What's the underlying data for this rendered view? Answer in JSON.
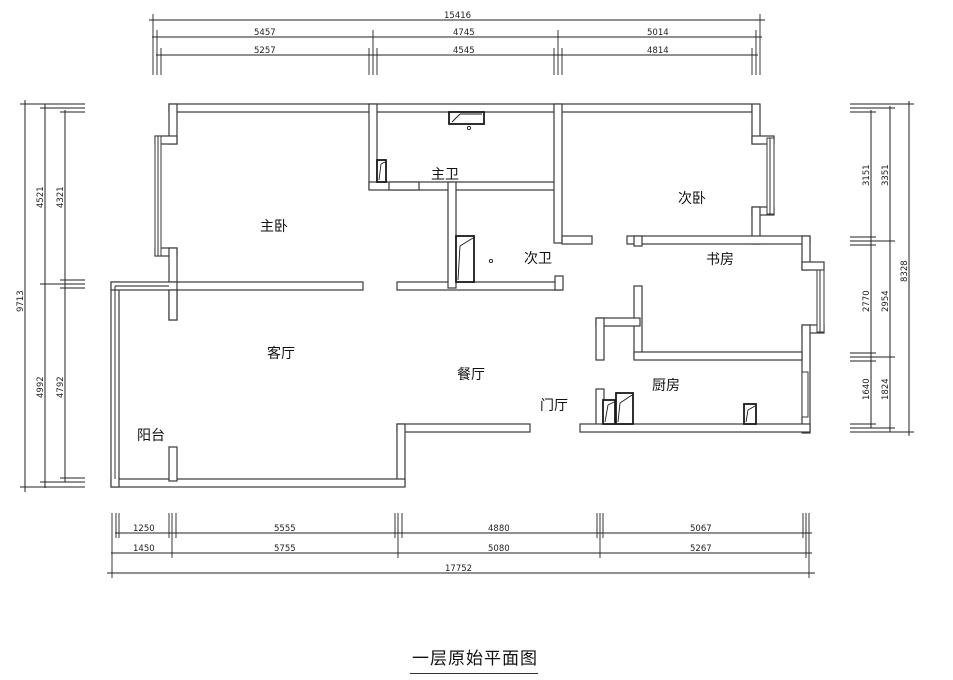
{
  "title": "一层原始平面图",
  "rooms": {
    "master_bedroom": "主卧",
    "master_bath": "主卫",
    "second_bedroom": "次卧",
    "second_bath": "次卫",
    "study": "书房",
    "living_room": "客厅",
    "dining_room": "餐厅",
    "foyer": "门厅",
    "kitchen": "厨房",
    "balcony": "阳台"
  },
  "dimensions": {
    "top": {
      "total": "15416",
      "outer": [
        "5457",
        "4745",
        "5014"
      ],
      "inner": [
        "5257",
        "4545",
        "4814"
      ]
    },
    "bottom": {
      "inner": [
        "1250",
        "5555",
        "4880",
        "5067"
      ],
      "outer": [
        "1450",
        "5755",
        "5080",
        "5267"
      ],
      "total": "17752"
    },
    "left": {
      "total": "9713",
      "outer": [
        "4521",
        "4992"
      ],
      "inner": [
        "4321",
        "4792"
      ]
    },
    "right": {
      "inner": [
        "3151",
        "2770",
        "1640"
      ],
      "outer": [
        "3351",
        "2954",
        "1824"
      ],
      "total": "8328"
    }
  }
}
